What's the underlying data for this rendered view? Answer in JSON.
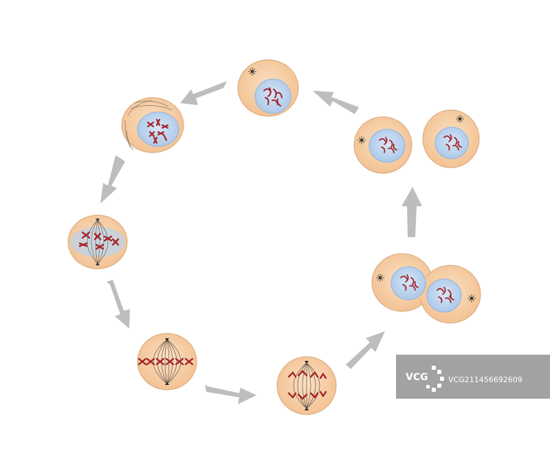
{
  "diagram": {
    "type": "cell-cycle",
    "colors": {
      "cytoplasm": "#f7cfa6",
      "cytoplasm_edge": "#d9a577",
      "nucleus": "#b9d3ee",
      "nucleus_edge": "#8fb4dc",
      "chromosome": "#a3232a",
      "spindle": "#555555",
      "arrow": "#bdbdbd"
    }
  },
  "watermark": {
    "logo_text": "VCG",
    "id_text": "VCG211456692609",
    "background": "#9a9a9a"
  }
}
